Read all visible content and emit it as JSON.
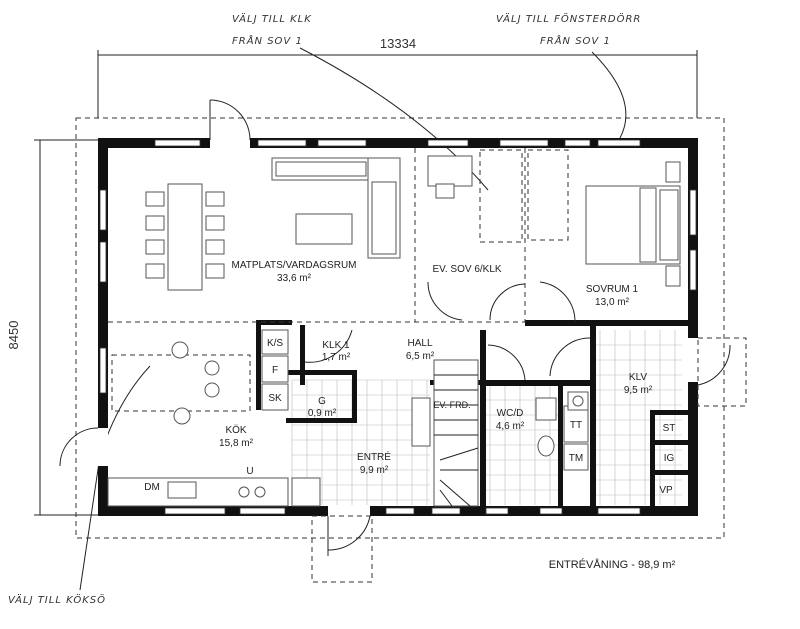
{
  "annotations": {
    "kitchen_door_note_line1": "VÄLJ TILL KLK",
    "kitchen_door_note_line2": "FRÅN SOV 1",
    "window_door_note_line1": "VÄLJ TILL FÖNSTERDÖRR",
    "window_door_note_line2": "FRÅN SOV 1",
    "kitchen_island_note": "VÄLJ TILL KÖKSÖ"
  },
  "dimensions": {
    "width": "13334",
    "height": "8450"
  },
  "rooms": {
    "living": {
      "name": "MATPLATS/VARDAGSRUM",
      "area": "33,6 m²"
    },
    "bedroom_alt": {
      "name": "EV. SOV 6/KLK"
    },
    "bedroom1": {
      "name": "SOVRUM 1",
      "area": "13,0 m²"
    },
    "closet1": {
      "name": "KLK 1",
      "area": "1,7 m²"
    },
    "hall": {
      "name": "HALL",
      "area": "6,5 m²"
    },
    "kitchen": {
      "name": "KÖK",
      "area": "15,8 m²"
    },
    "entrance": {
      "name": "ENTRÉ",
      "area": "9,9 m²"
    },
    "g": {
      "name": "G",
      "area": "0,9 m²"
    },
    "bath": {
      "name": "WC/D",
      "area": "4,6 m²"
    },
    "laundry": {
      "name": "KLV",
      "area": "9,5 m²"
    },
    "stairs": {
      "name": "EV. FRD."
    }
  },
  "appliances": {
    "ks": "K/S",
    "f": "F",
    "sk": "SK",
    "dm": "DM",
    "u": "U",
    "tt": "TT",
    "tm": "TM",
    "st": "ST",
    "ig": "IG",
    "vp": "VP"
  },
  "footer": {
    "floor_label": "ENTRÉVÅNING - 98,9 m²"
  }
}
